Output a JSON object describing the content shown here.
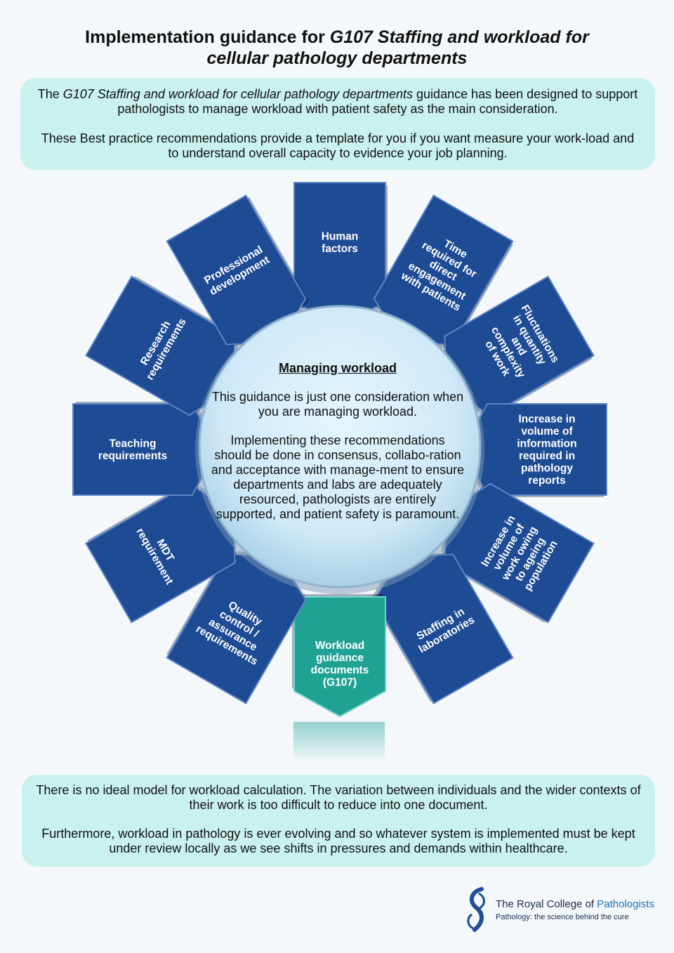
{
  "title": {
    "part1": "Implementation guidance for ",
    "part1_italic": "G107 Staffing and workload for",
    "line2_italic": "cellular pathology departments"
  },
  "intro": {
    "p1_before": "The ",
    "p1_italic": "G107 Staffing and workload for cellular pathology departments",
    "p1_after": " guidance has been designed to support pathologists to manage workload with patient safety as the main consideration.",
    "p2": "These Best practice recommendations provide a template for you if you want measure your work-load and to understand overall capacity to evidence your job planning."
  },
  "center": {
    "title": "Managing workload",
    "p1": "This guidance is just one consideration when you are managing workload.",
    "p2": "Implementing these recommendations should be done in consensus, collabo-ration and acceptance with manage-ment to ensure departments and labs are adequately resourced, pathologists are entirely supported, and patient safety is paramount."
  },
  "segments": [
    {
      "lines": [
        "Human",
        "factors"
      ]
    },
    {
      "lines": [
        "Time",
        "required for",
        "direct",
        "engagement",
        "with patients"
      ]
    },
    {
      "lines": [
        "Fluctuations",
        "in quantity",
        "and",
        "complexity",
        "of work"
      ]
    },
    {
      "lines": [
        "Increase in",
        "volume of",
        "information",
        "required in",
        "pathology",
        "reports"
      ]
    },
    {
      "lines": [
        "Increase in",
        "volume of",
        "work owing",
        "to ageing",
        "population"
      ]
    },
    {
      "lines": [
        "Staffing in",
        "laboratories"
      ]
    },
    {
      "lines": [
        "Workload",
        "guidance",
        "documents",
        "(G107)"
      ]
    },
    {
      "lines": [
        "Quality",
        "control /",
        "assurance",
        "requirements"
      ]
    },
    {
      "lines": [
        "MDT",
        "requirement"
      ]
    },
    {
      "lines": [
        "Teaching",
        "requirements"
      ]
    },
    {
      "lines": [
        "Research",
        "requirements"
      ]
    },
    {
      "lines": [
        "Professional",
        "development"
      ]
    }
  ],
  "colors": {
    "segment": "#1d4b94",
    "highlight": "#1fa294",
    "panel": "#c9f1ee"
  },
  "closing": {
    "p1": "There is no ideal model for workload calculation. The variation between individuals and the wider contexts of their work is too difficult to reduce into one document.",
    "p2": "Furthermore, workload in pathology is ever evolving and so whatever system is implemented must be kept under review locally as we see shifts in pressures and demands within healthcare."
  },
  "logo": {
    "brand_prefix": "The Royal College of ",
    "brand_highlight": "Pathologists",
    "tagline": "Pathology: the science behind the cure"
  }
}
